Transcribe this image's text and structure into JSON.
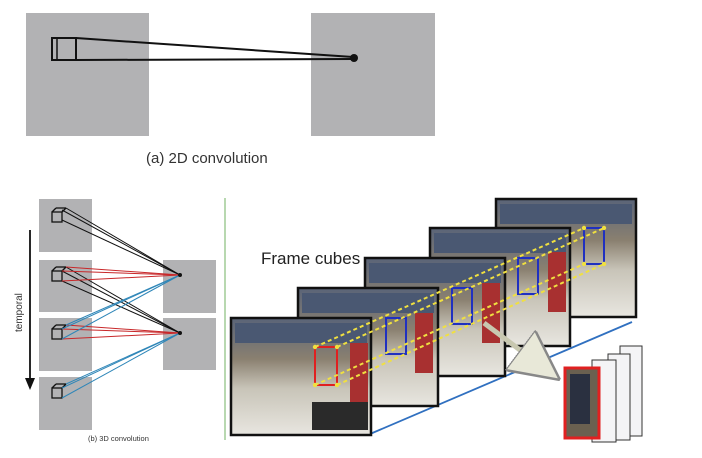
{
  "panel_a": {
    "caption": "(a) 2D convolution"
  },
  "panel_b": {
    "caption": "(b) 3D convolution",
    "axis_label": "temporal"
  },
  "panel_c": {
    "title": "Frame cubes"
  },
  "colors": {
    "gray_box": "#b2b2b4",
    "red_line": "#c8282a",
    "blue_line": "#2e86b8",
    "yellow_dash": "#f0e040",
    "highlight_red": "#e02020",
    "highlight_blue": "#2030c0",
    "floor_line": "#3070c0",
    "green_divider": "#b8d8b0"
  }
}
